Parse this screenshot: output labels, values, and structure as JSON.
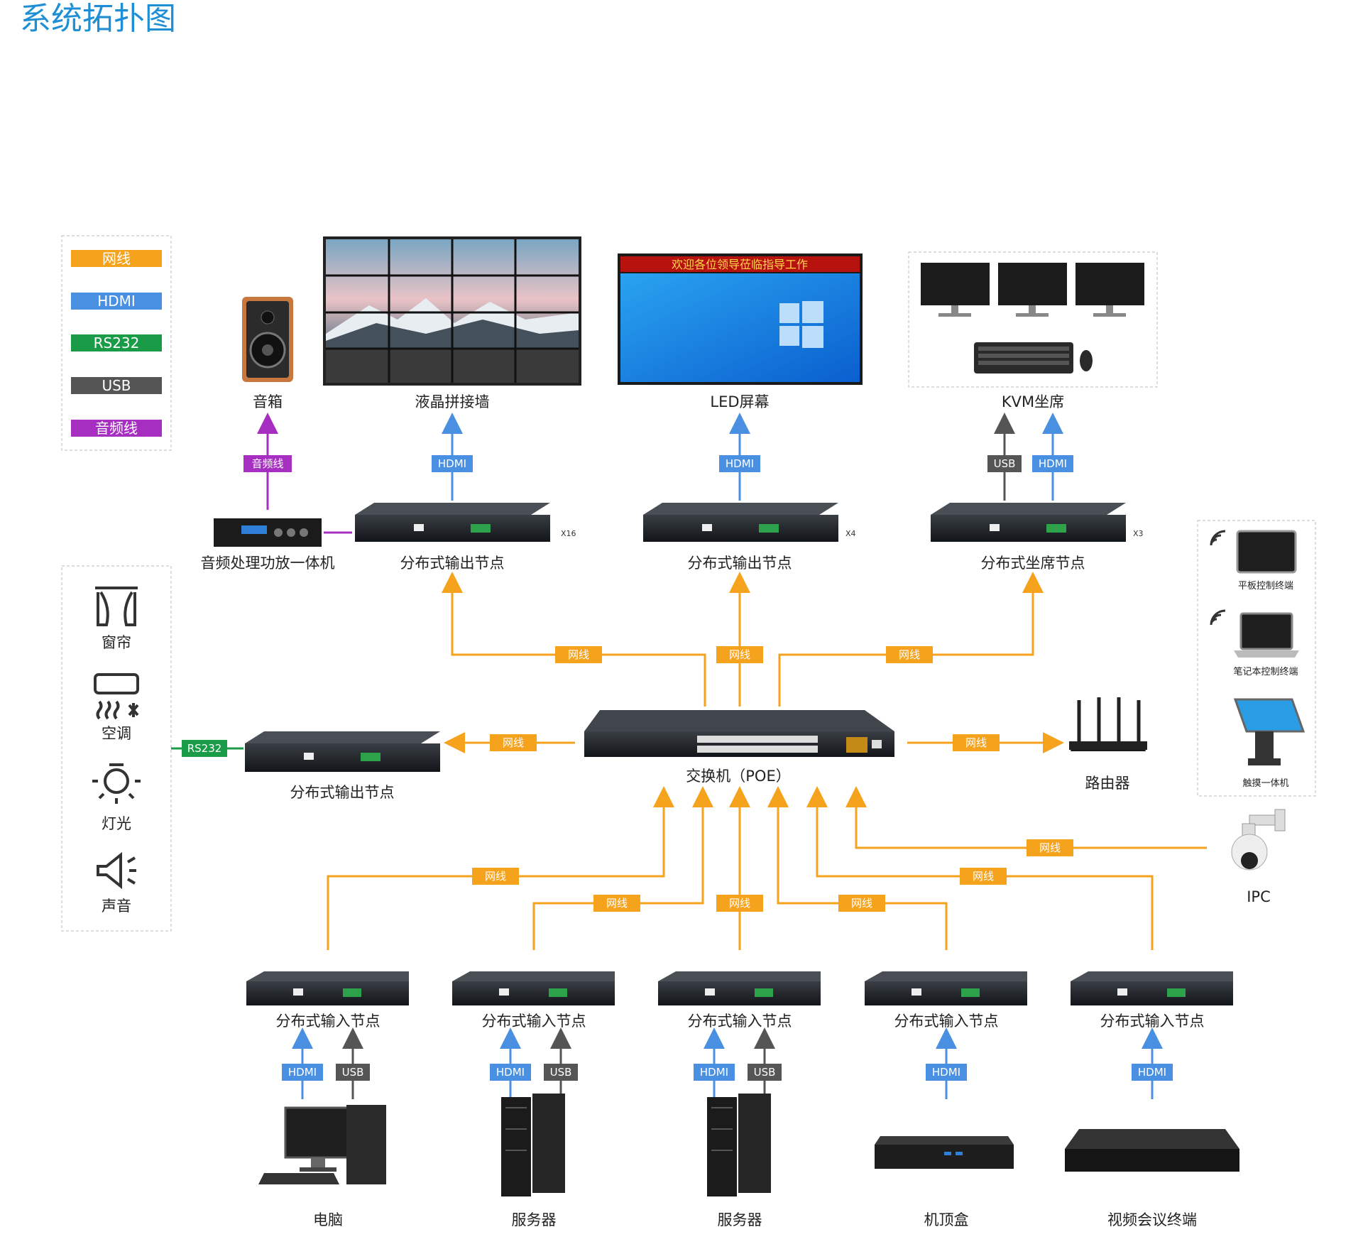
{
  "title": "系统拓扑图",
  "legend": [
    {
      "label": "网线",
      "color": "#f5a21d"
    },
    {
      "label": "HDMI",
      "color": "#4a90e2"
    },
    {
      "label": "RS232",
      "color": "#1a9b47"
    },
    {
      "label": "USB",
      "color": "#555555"
    },
    {
      "label": "音频线",
      "color": "#a62fc2"
    }
  ],
  "displays": {
    "speaker": "音箱",
    "videowall": "液晶拼接墙",
    "led": "LED屏幕",
    "led_banner": "欢迎各位领导莅临指导工作",
    "kvm": "KVM坐席"
  },
  "devices": {
    "audio_amp": "音频处理功放一体机",
    "output_node_1": "分布式输出节点",
    "output_node_1_count": "X16",
    "output_node_2": "分布式输出节点",
    "output_node_2_count": "X4",
    "seat_node": "分布式坐席节点",
    "seat_node_count": "X3",
    "output_node_3": "分布式输出节点",
    "switch": "交换机（POE）",
    "router": "路由器",
    "ipc": "IPC"
  },
  "env_panel": {
    "curtain": "窗帘",
    "ac": "空调",
    "light": "灯光",
    "sound": "声音"
  },
  "control_panel": {
    "tablet": "平板控制终端",
    "laptop": "笔记本控制终端",
    "kiosk": "触摸一体机"
  },
  "input_nodes": [
    "分布式输入节点",
    "分布式输入节点",
    "分布式输入节点",
    "分布式输入节点",
    "分布式输入节点"
  ],
  "sources": [
    "电脑",
    "服务器",
    "服务器",
    "机顶盒",
    "视频会议终端"
  ],
  "tags": {
    "net": "网线",
    "hdmi": "HDMI",
    "usb": "USB",
    "rs232": "RS232",
    "audio": "音频线"
  }
}
